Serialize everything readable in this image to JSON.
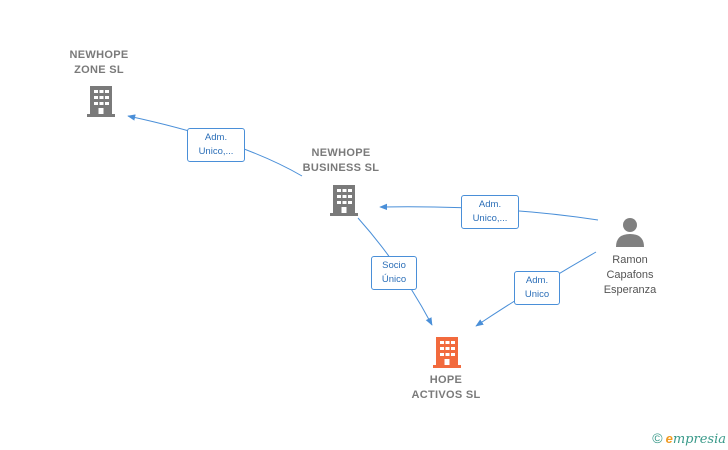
{
  "nodes": {
    "newhope_zone": {
      "line1": "NEWHOPE",
      "line2": "ZONE  SL"
    },
    "newhope_business": {
      "line1": "NEWHOPE",
      "line2": "BUSINESS  SL"
    },
    "hope_activos": {
      "line1": "HOPE",
      "line2": "ACTIVOS  SL"
    },
    "person": {
      "line1": "Ramon",
      "line2": "Capafons",
      "line3": "Esperanza"
    }
  },
  "edges": {
    "business_to_zone": {
      "line1": "Adm.",
      "line2": "Unico,..."
    },
    "person_to_business": {
      "line1": "Adm.",
      "line2": "Unico,..."
    },
    "business_to_hope": {
      "line1": "Socio",
      "line2": "Único"
    },
    "person_to_hope": {
      "line1": "Adm.",
      "line2": "Unico"
    }
  },
  "colors": {
    "company_icon": "#7a7a7a",
    "main_company_icon": "#f26a3d",
    "edge": "#4a8fd8",
    "person_icon": "#808080"
  },
  "brand": {
    "copyright": "©",
    "initial": "e",
    "rest": "mpresia"
  }
}
